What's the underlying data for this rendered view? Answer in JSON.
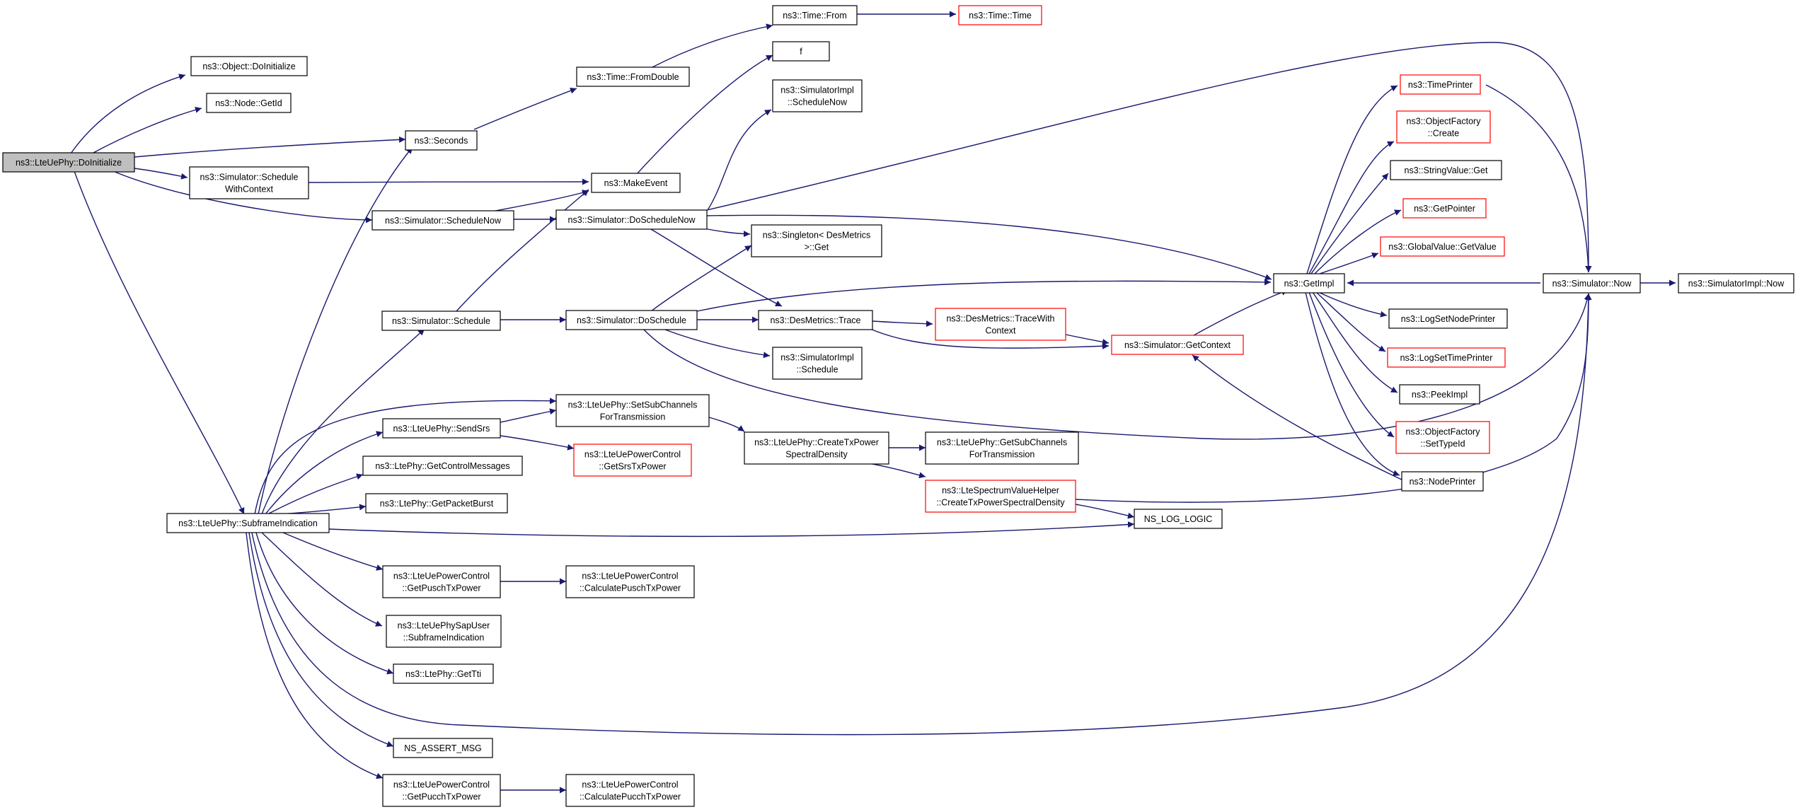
{
  "colors": {
    "edge": "#191970",
    "border": "#000000",
    "link_border": "#ff0000",
    "root_fill": "#bfbfbf",
    "fill": "#ffffff"
  },
  "nodes": [
    {
      "id": "root",
      "lines": [
        "ns3::LteUePhy::DoInitialize"
      ],
      "style": "root"
    },
    {
      "id": "objinit",
      "lines": [
        "ns3::Object::DoInitialize"
      ],
      "style": "normal"
    },
    {
      "id": "nodegetid",
      "lines": [
        "ns3::Node::GetId"
      ],
      "style": "normal"
    },
    {
      "id": "schedctx",
      "lines": [
        "ns3::Simulator::Schedule",
        "WithContext"
      ],
      "style": "normal"
    },
    {
      "id": "seconds",
      "lines": [
        "ns3::Seconds"
      ],
      "style": "normal"
    },
    {
      "id": "schednow",
      "lines": [
        "ns3::Simulator::ScheduleNow"
      ],
      "style": "normal"
    },
    {
      "id": "schedule",
      "lines": [
        "ns3::Simulator::Schedule"
      ],
      "style": "normal"
    },
    {
      "id": "subframe",
      "lines": [
        "ns3::LteUePhy::SubframeIndication"
      ],
      "style": "normal"
    },
    {
      "id": "fromdouble",
      "lines": [
        "ns3::Time::FromDouble"
      ],
      "style": "normal"
    },
    {
      "id": "timefrom",
      "lines": [
        "ns3::Time::From"
      ],
      "style": "normal"
    },
    {
      "id": "timetime",
      "lines": [
        "ns3::Time::Time"
      ],
      "style": "link"
    },
    {
      "id": "f",
      "lines": [
        "f"
      ],
      "style": "normal"
    },
    {
      "id": "implschednow",
      "lines": [
        "ns3::SimulatorImpl",
        "::ScheduleNow"
      ],
      "style": "normal"
    },
    {
      "id": "makeevent",
      "lines": [
        "ns3::MakeEvent"
      ],
      "style": "normal"
    },
    {
      "id": "doschednow",
      "lines": [
        "ns3::Simulator::DoScheduleNow"
      ],
      "style": "normal"
    },
    {
      "id": "singleton",
      "lines": [
        "ns3::Singleton< DesMetrics",
        ">::Get"
      ],
      "style": "normal"
    },
    {
      "id": "dosched",
      "lines": [
        "ns3::Simulator::DoSchedule"
      ],
      "style": "normal"
    },
    {
      "id": "trace",
      "lines": [
        "ns3::DesMetrics::Trace"
      ],
      "style": "normal"
    },
    {
      "id": "implsched",
      "lines": [
        "ns3::SimulatorImpl",
        "::Schedule"
      ],
      "style": "normal"
    },
    {
      "id": "tracectx",
      "lines": [
        "ns3::DesMetrics::TraceWith",
        "Context"
      ],
      "style": "link"
    },
    {
      "id": "getcontext",
      "lines": [
        "ns3::Simulator::GetContext"
      ],
      "style": "link"
    },
    {
      "id": "getimpl",
      "lines": [
        "ns3::GetImpl"
      ],
      "style": "normal"
    },
    {
      "id": "timeprinter",
      "lines": [
        "ns3::TimePrinter"
      ],
      "style": "link"
    },
    {
      "id": "ofcreate",
      "lines": [
        "ns3::ObjectFactory",
        "::Create"
      ],
      "style": "link"
    },
    {
      "id": "strget",
      "lines": [
        "ns3::StringValue::Get"
      ],
      "style": "normal"
    },
    {
      "id": "getpointer",
      "lines": [
        "ns3::GetPointer"
      ],
      "style": "link"
    },
    {
      "id": "gvgetvalue",
      "lines": [
        "ns3::GlobalValue::GetValue"
      ],
      "style": "link"
    },
    {
      "id": "simnow",
      "lines": [
        "ns3::Simulator::Now"
      ],
      "style": "normal"
    },
    {
      "id": "implnow",
      "lines": [
        "ns3::SimulatorImpl::Now"
      ],
      "style": "normal"
    },
    {
      "id": "lognodeprinter",
      "lines": [
        "ns3::LogSetNodePrinter"
      ],
      "style": "normal"
    },
    {
      "id": "logtimeprinter",
      "lines": [
        "ns3::LogSetTimePrinter"
      ],
      "style": "link"
    },
    {
      "id": "peekimpl",
      "lines": [
        "ns3::PeekImpl"
      ],
      "style": "normal"
    },
    {
      "id": "ofsettypeid",
      "lines": [
        "ns3::ObjectFactory",
        "::SetTypeId"
      ],
      "style": "link"
    },
    {
      "id": "nodeprinter",
      "lines": [
        "ns3::NodePrinter"
      ],
      "style": "normal"
    },
    {
      "id": "sendsrs",
      "lines": [
        "ns3::LteUePhy::SendSrs"
      ],
      "style": "normal"
    },
    {
      "id": "setsubch",
      "lines": [
        "ns3::LteUePhy::SetSubChannels",
        "ForTransmission"
      ],
      "style": "normal"
    },
    {
      "id": "getsrstx",
      "lines": [
        "ns3::LteUePowerControl",
        "::GetSrsTxPower"
      ],
      "style": "link"
    },
    {
      "id": "createtxpsd",
      "lines": [
        "ns3::LteUePhy::CreateTxPower",
        "SpectralDensity"
      ],
      "style": "normal"
    },
    {
      "id": "getsubch",
      "lines": [
        "ns3::LteUePhy::GetSubChannels",
        "ForTransmission"
      ],
      "style": "normal"
    },
    {
      "id": "spectrumhelper",
      "lines": [
        "ns3::LteSpectrumValueHelper",
        "::CreateTxPowerSpectralDensity"
      ],
      "style": "link"
    },
    {
      "id": "nslog",
      "lines": [
        "NS_LOG_LOGIC"
      ],
      "style": "normal"
    },
    {
      "id": "getctrlmsg",
      "lines": [
        "ns3::LtePhy::GetControlMessages"
      ],
      "style": "normal"
    },
    {
      "id": "getpktburst",
      "lines": [
        "ns3::LtePhy::GetPacketBurst"
      ],
      "style": "normal"
    },
    {
      "id": "getpusch",
      "lines": [
        "ns3::LteUePowerControl",
        "::GetPuschTxPower"
      ],
      "style": "normal"
    },
    {
      "id": "calcpusch",
      "lines": [
        "ns3::LteUePowerControl",
        "::CalculatePuschTxPower"
      ],
      "style": "normal"
    },
    {
      "id": "sapuser",
      "lines": [
        "ns3::LteUePhySapUser",
        "::SubframeIndication"
      ],
      "style": "normal"
    },
    {
      "id": "gettti",
      "lines": [
        "ns3::LtePhy::GetTti"
      ],
      "style": "normal"
    },
    {
      "id": "nsassert",
      "lines": [
        "NS_ASSERT_MSG"
      ],
      "style": "normal"
    },
    {
      "id": "getpucch",
      "lines": [
        "ns3::LteUePowerControl",
        "::GetPucchTxPower"
      ],
      "style": "normal"
    },
    {
      "id": "calcpucch",
      "lines": [
        "ns3::LteUePowerControl",
        "::CalculatePucchTxPower"
      ],
      "style": "normal"
    }
  ]
}
